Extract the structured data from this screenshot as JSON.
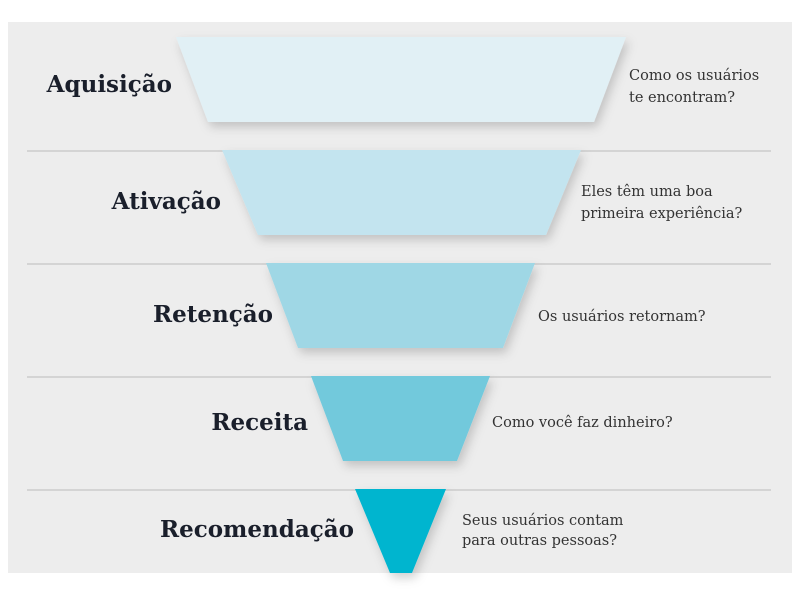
{
  "stages": [
    {
      "label": "Aquisição",
      "question": [
        "Como os usuários",
        "te encontram?"
      ],
      "color": "#e1f0f5"
    },
    {
      "label": "Ativação",
      "question": [
        "Eles têm uma boa",
        "primeira experiência?"
      ],
      "color": "#c3e4ef"
    },
    {
      "label": "Retenção",
      "question": [
        "Os usuários retornam?"
      ],
      "color": "#9fd7e5"
    },
    {
      "label": "Receita",
      "question": [
        "Como você faz dinheiro?"
      ],
      "color": "#72c9dc"
    },
    {
      "label": "Recomendação",
      "question": [
        "Seus usuários contam",
        "para outras pessoas?"
      ],
      "color": "#00b5cf"
    }
  ],
  "colors": {
    "background": "#ededed",
    "divider": "#cccccc"
  }
}
